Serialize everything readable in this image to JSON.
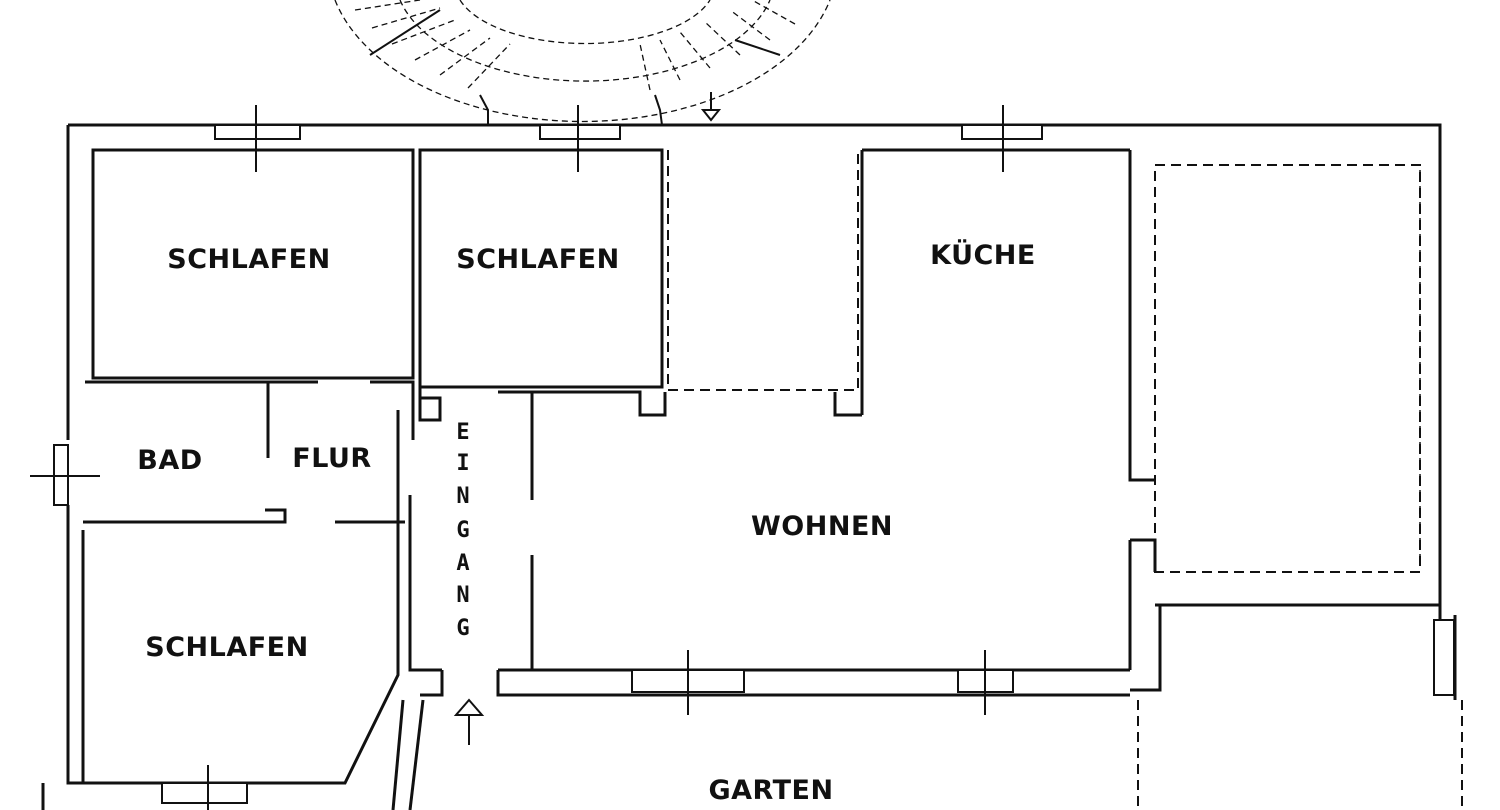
{
  "rooms": {
    "bedroom_top_left": "SCHLAFEN",
    "bedroom_top_middle": "SCHLAFEN",
    "kitchen": "KÜCHE",
    "bathroom": "BAD",
    "hallway": "FLUR",
    "living": "WOHNEN",
    "bedroom_bottom_left": "SCHLAFEN",
    "garden": "GARTEN"
  },
  "entrance": {
    "letters": [
      "E",
      "I",
      "N",
      "G",
      "A",
      "N",
      "G"
    ]
  },
  "colors": {
    "ink": "#111111",
    "background": "#ffffff"
  }
}
